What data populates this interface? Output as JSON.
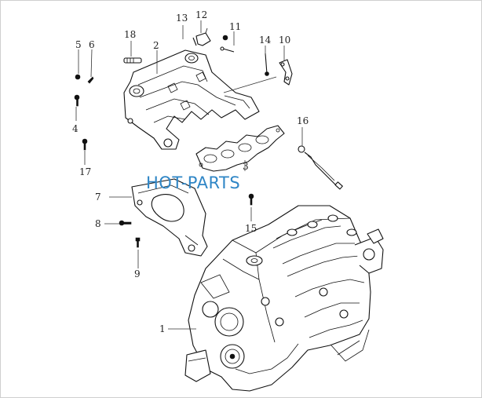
{
  "watermark": "HOT-PARTS",
  "callouts": [
    {
      "id": "c1",
      "number": "1"
    },
    {
      "id": "c2",
      "number": "2"
    },
    {
      "id": "c3",
      "number": "3"
    },
    {
      "id": "c4",
      "number": "4"
    },
    {
      "id": "c5",
      "number": "5"
    },
    {
      "id": "c6",
      "number": "6"
    },
    {
      "id": "c7",
      "number": "7"
    },
    {
      "id": "c8",
      "number": "8"
    },
    {
      "id": "c9",
      "number": "9"
    },
    {
      "id": "c10",
      "number": "10"
    },
    {
      "id": "c11",
      "number": "11"
    },
    {
      "id": "c12",
      "number": "12"
    },
    {
      "id": "c13",
      "number": "13"
    },
    {
      "id": "c14",
      "number": "14"
    },
    {
      "id": "c15",
      "number": "15"
    },
    {
      "id": "c16",
      "number": "16"
    },
    {
      "id": "c17",
      "number": "17"
    },
    {
      "id": "c18",
      "number": "18"
    }
  ]
}
